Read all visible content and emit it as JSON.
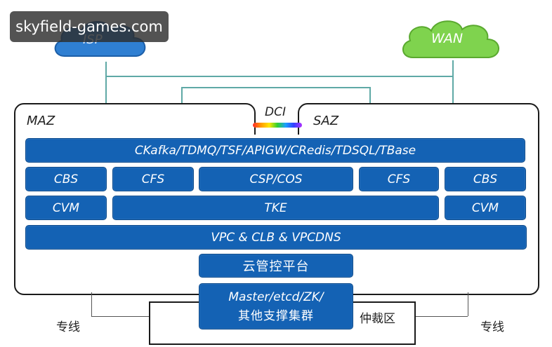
{
  "watermark": "skyfield-games.com",
  "clouds": {
    "isp": "ISP",
    "wan": "WAN"
  },
  "zones": {
    "left": "MAZ",
    "right": "SAZ",
    "link": "DCI"
  },
  "rows": {
    "middleware": "CKafka/TDMQ/TSF/APIGW/CRedis/TDSQL/TBase",
    "storage": [
      "CBS",
      "CFS",
      "CSP/COS",
      "CFS",
      "CBS"
    ],
    "compute": [
      "CVM",
      "TKE",
      "CVM"
    ],
    "network": "VPC & CLB & VPCDNS",
    "control": "云管控平台",
    "master_line1": "Master/etcd/ZK/",
    "master_line2": "其他支撑集群"
  },
  "labels": {
    "left_line": "专线",
    "right_line": "专线",
    "arbitration": "仲裁区"
  },
  "colors": {
    "block_blue": "#1462b4",
    "isp_cloud": "#2f7fd2",
    "wan_cloud": "#7fd34e",
    "connector": "#5fa9a6"
  }
}
